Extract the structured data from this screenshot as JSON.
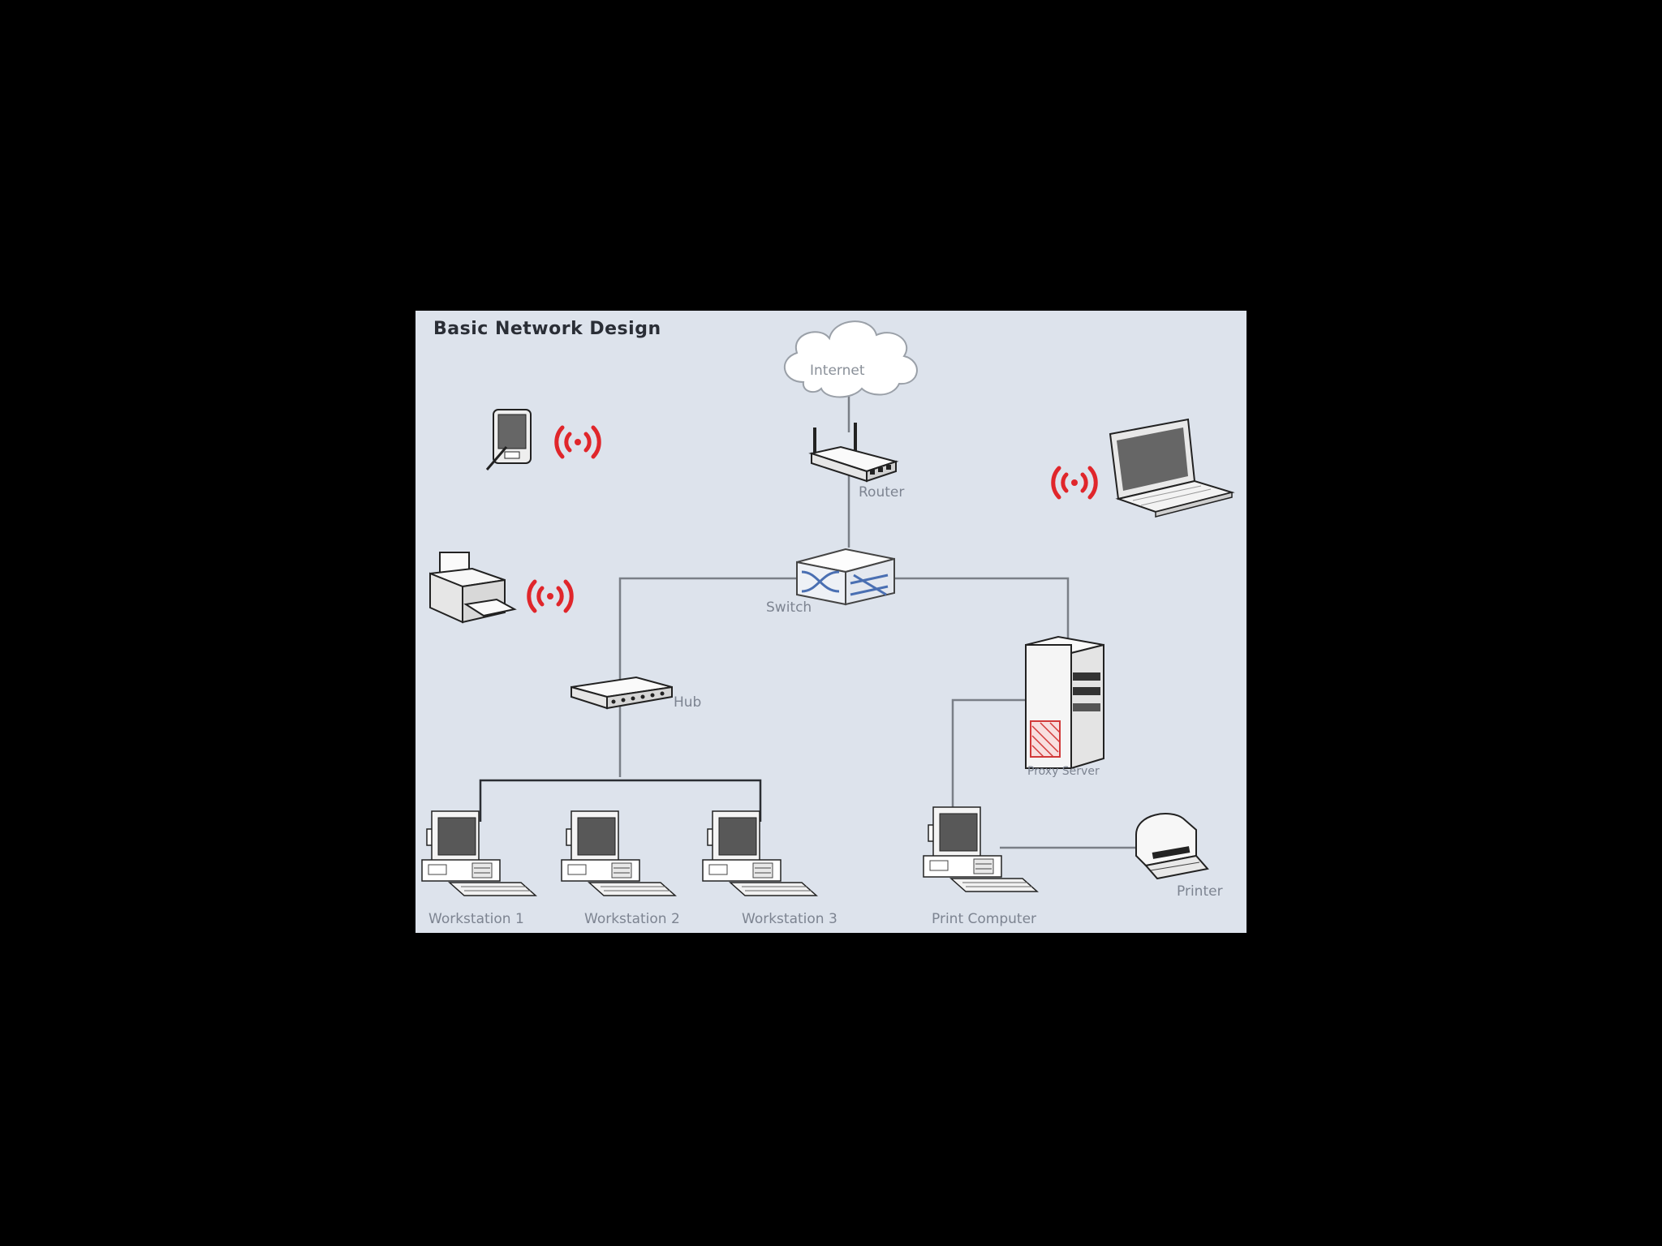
{
  "diagram": {
    "title": "Basic Network Design",
    "labels": {
      "internet": "Internet",
      "router": "Router",
      "switch": "Switch",
      "hub": "Hub",
      "proxy_server": "Proxy Server",
      "workstation_1": "Workstation 1",
      "workstation_2": "Workstation 2",
      "workstation_3": "Workstation 3",
      "print_computer": "Print Computer",
      "printer": "Printer"
    },
    "colors": {
      "background": "#dde3ec",
      "wire": "#7a7f87",
      "wireless_signal": "#e0262b",
      "device_outline": "#222222",
      "screen": "#555555"
    },
    "icons": [
      "cloud-icon",
      "router-icon",
      "switch-icon",
      "hub-icon",
      "server-icon",
      "workstation-icon",
      "printer-icon",
      "pda-icon",
      "laptop-icon",
      "wireless-signal-icon"
    ]
  }
}
